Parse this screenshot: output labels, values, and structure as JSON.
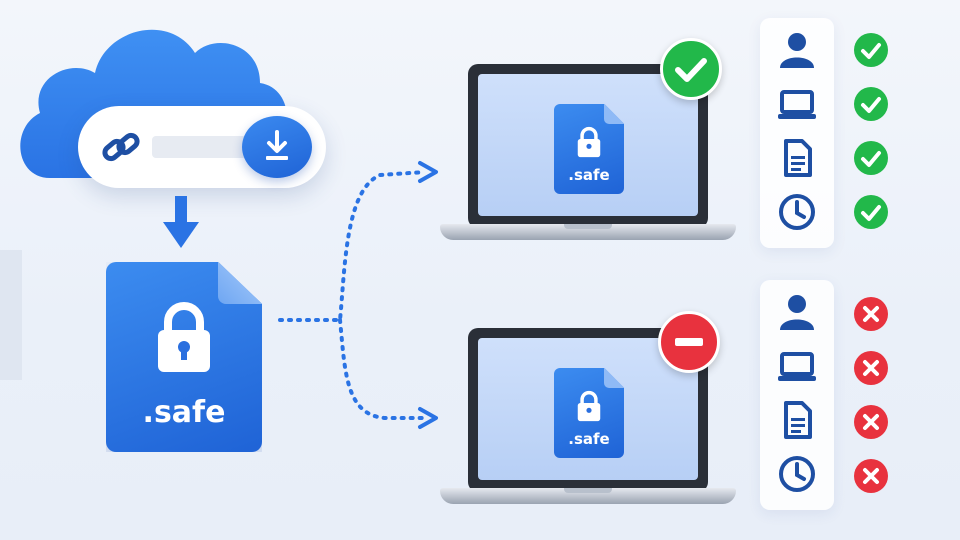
{
  "file": {
    "label": ".safe"
  },
  "laptops": [
    {
      "file_label": ".safe",
      "status": "allowed"
    },
    {
      "file_label": ".safe",
      "status": "blocked"
    }
  ],
  "checks_allowed": [
    {
      "icon": "user-icon",
      "result": "check"
    },
    {
      "icon": "laptop-icon",
      "result": "check"
    },
    {
      "icon": "document-icon",
      "result": "check"
    },
    {
      "icon": "clock-icon",
      "result": "check"
    }
  ],
  "checks_blocked": [
    {
      "icon": "user-icon",
      "result": "cross"
    },
    {
      "icon": "laptop-icon",
      "result": "cross"
    },
    {
      "icon": "document-icon",
      "result": "cross"
    },
    {
      "icon": "clock-icon",
      "result": "cross"
    }
  ],
  "colors": {
    "primary_blue": "#1f63d6",
    "allowed_green": "#22b84a",
    "blocked_red": "#e8323e",
    "icon_navy": "#1e4fa3"
  }
}
